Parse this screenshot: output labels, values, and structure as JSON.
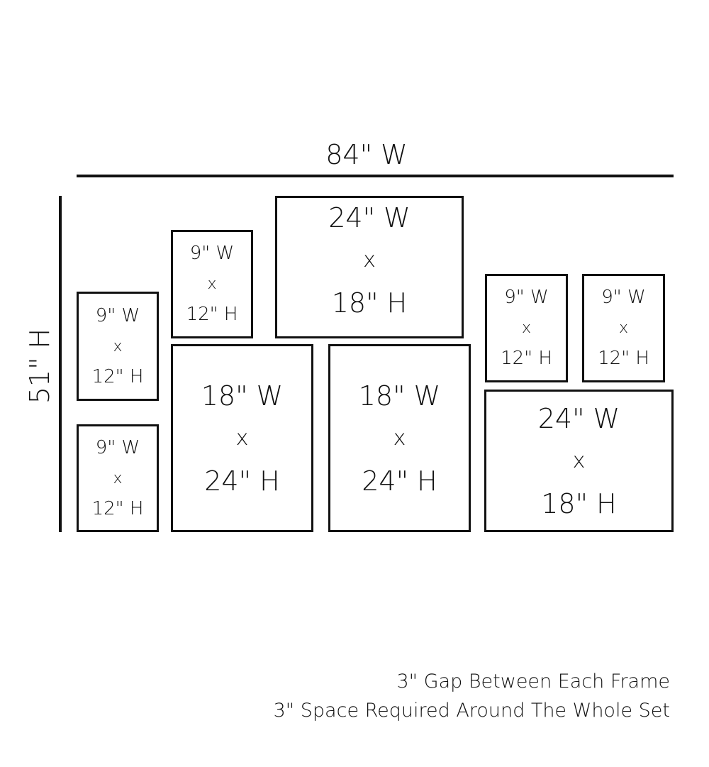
{
  "dimensions": {
    "total_width": "84\" W",
    "total_height": "51\" H"
  },
  "frames": [
    {
      "width": "9\" W",
      "separator": "x",
      "height": "12\" H"
    },
    {
      "width": "9\" W",
      "separator": "x",
      "height": "12\" H"
    },
    {
      "width": "9\" W",
      "separator": "x",
      "height": "12\" H"
    },
    {
      "width": "24\" W",
      "separator": "x",
      "height": "18\" H"
    },
    {
      "width": "18\" W",
      "separator": "x",
      "height": "24\" H"
    },
    {
      "width": "18\" W",
      "separator": "x",
      "height": "24\" H"
    },
    {
      "width": "9\" W",
      "separator": "x",
      "height": "12\" H"
    },
    {
      "width": "9\" W",
      "separator": "x",
      "height": "12\" H"
    },
    {
      "width": "24\" W",
      "separator": "x",
      "height": "18\" H"
    }
  ],
  "notes": {
    "gap": "3\" Gap Between Each Frame",
    "space": "3\" Space Required Around The Whole Set"
  },
  "colors": {
    "line": "#111111",
    "background": "#ffffff"
  }
}
